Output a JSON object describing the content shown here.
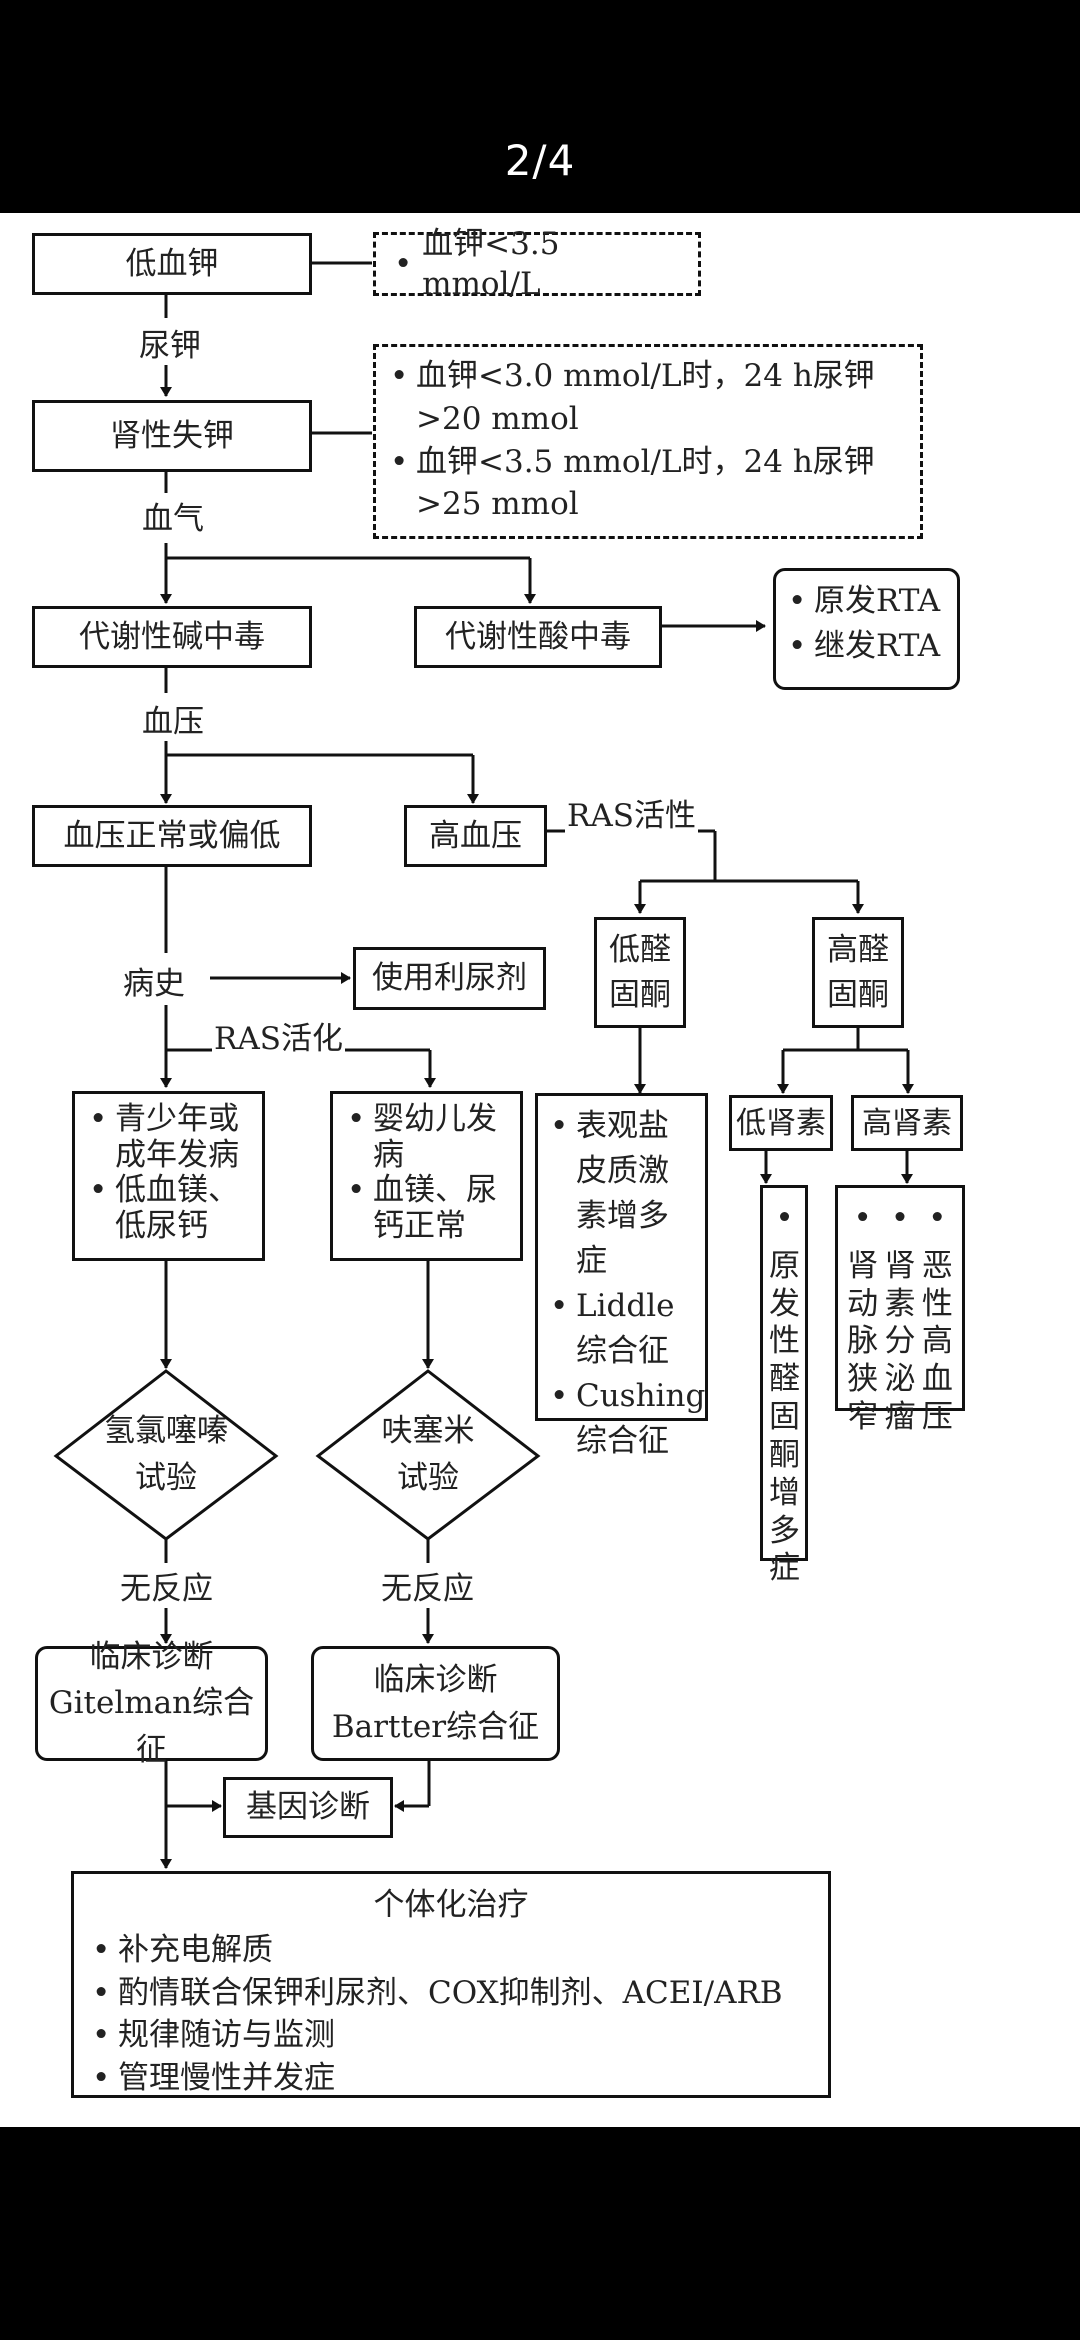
{
  "viewer": {
    "page_counter": "2/4"
  },
  "flowchart": {
    "hypokalemia": "低血钾",
    "hypokalemia_criteria": [
      "血钾<3.5 mmol/L"
    ],
    "urine_potassium_label": "尿钾",
    "renal_loss": "肾性失钾",
    "renal_loss_criteria": [
      "血钾<3.0 mmol/L时，24 h尿钾>20 mmol",
      "血钾<3.5 mmol/L时，24 h尿钾>25 mmol"
    ],
    "blood_gas_label": "血气",
    "met_alkalosis": "代谢性碱中毒",
    "met_acidosis": "代谢性酸中毒",
    "rta_list": [
      "原发RTA",
      "继发RTA"
    ],
    "bp_label": "血压",
    "bp_normal_low": "血压正常或偏低",
    "hypertension": "高血压",
    "ras_activity_label": "RAS活性",
    "low_aldo": "低醛固酮",
    "high_aldo": "高醛固酮",
    "history_label": "病史",
    "diuretic_use": "使用利尿剂",
    "ras_activation_label": "RAS活化",
    "gitelman_features": [
      "青少年或成年发病",
      "低血镁、低尿钙"
    ],
    "bartter_features": [
      "婴幼儿发病",
      "血镁、尿钙正常"
    ],
    "low_aldo_list": [
      "表观盐皮质激素增多症",
      "Liddle综合征",
      "Cushing综合征"
    ],
    "low_renin": "低肾素",
    "high_renin": "高肾素",
    "low_renin_list": [
      "原发性醛固酮增多症"
    ],
    "high_renin_list": [
      "肾动脉狭窄",
      "肾素分泌瘤",
      "恶性高血压"
    ],
    "thiazide_test": [
      "氢氯噻嗪",
      "试验"
    ],
    "furosemide_test": [
      "呋塞米",
      "试验"
    ],
    "no_response_label": "无反应",
    "gitelman_dx": [
      "临床诊断",
      "Gitelman综合征"
    ],
    "bartter_dx": [
      "临床诊断",
      "Bartter综合征"
    ],
    "genetic_dx": "基因诊断",
    "treatment_title": "个体化治疗",
    "treatment_items": [
      "补充电解质",
      "酌情联合保钾利尿剂、COX抑制剂、ACEI/ARB",
      "规律随访与监测",
      "管理慢性并发症"
    ]
  }
}
